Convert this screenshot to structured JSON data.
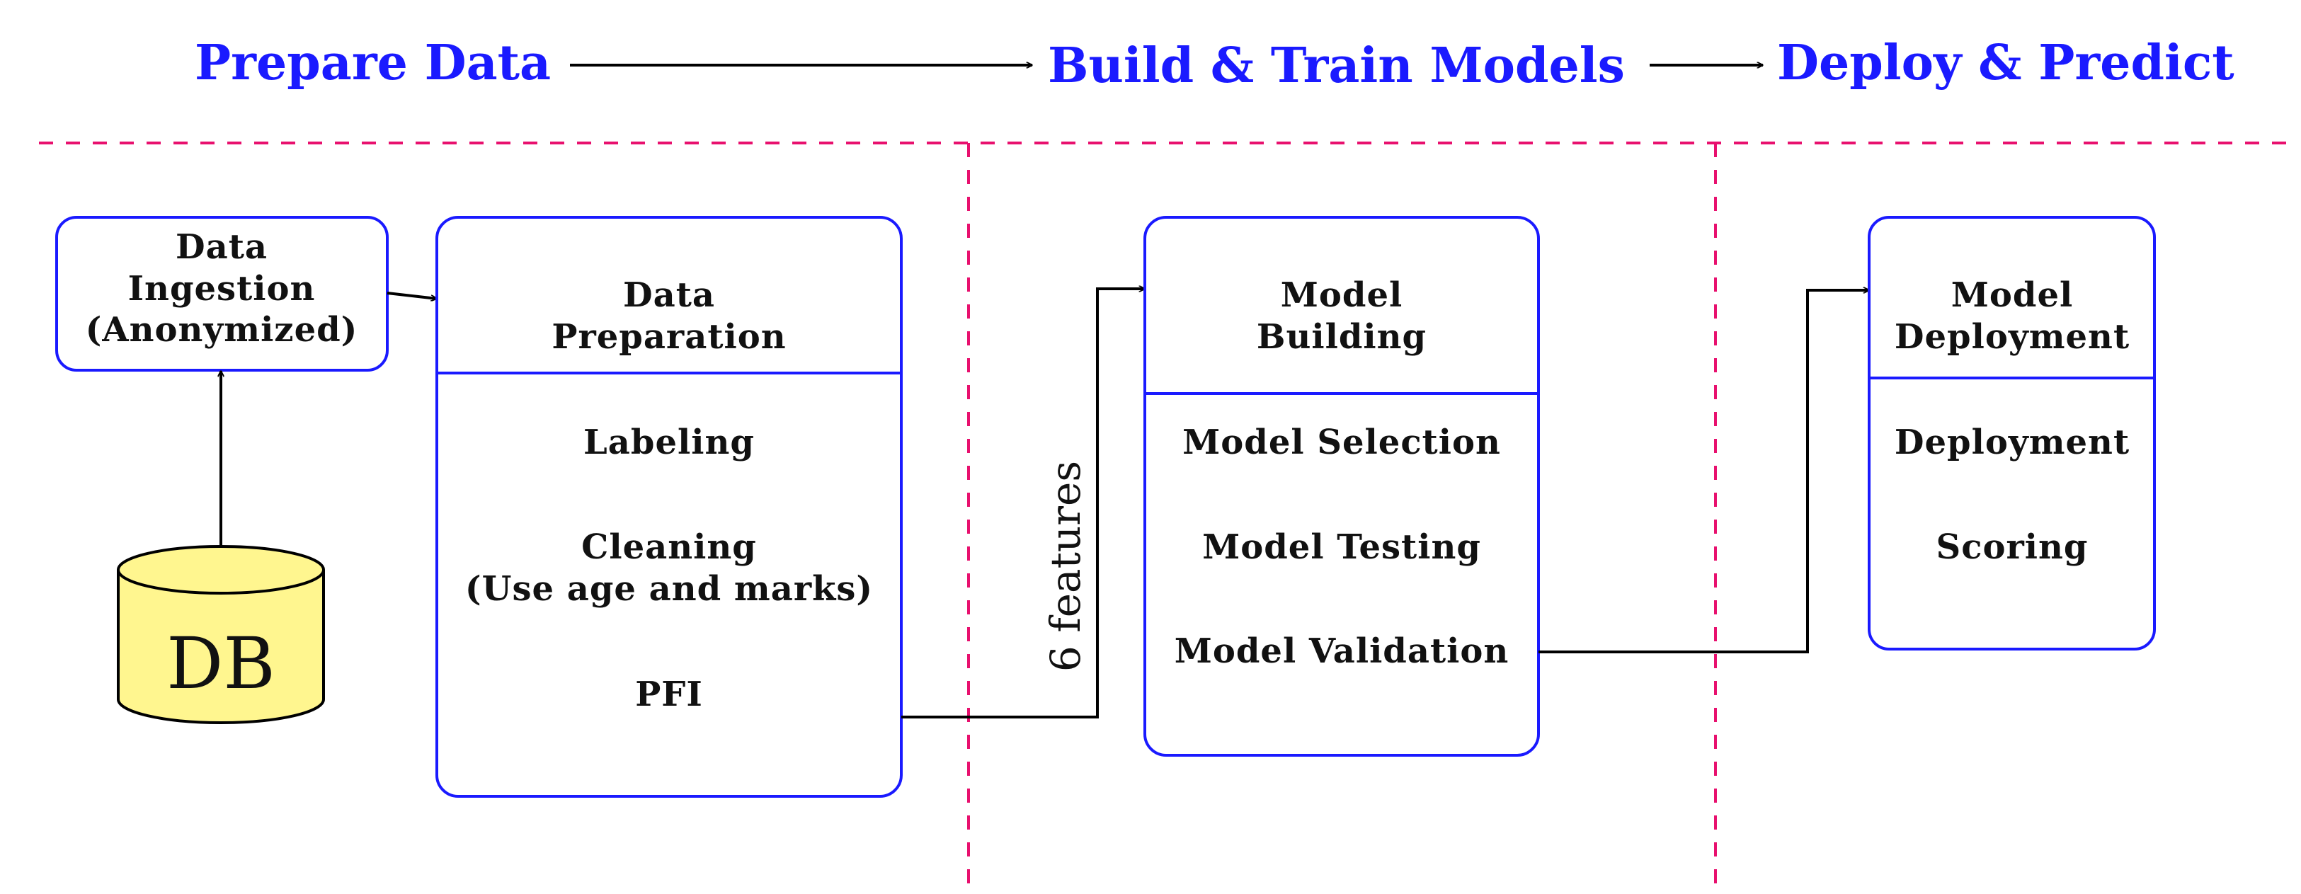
{
  "stages": {
    "prepare": "Prepare Data",
    "build": "Build & Train Models",
    "deploy": "Deploy & Predict"
  },
  "ingestion": {
    "lines": [
      "Data",
      "Ingestion",
      "(Anonymized)"
    ]
  },
  "database": {
    "label": "DB"
  },
  "preparation": {
    "title": [
      "Data",
      "Preparation"
    ],
    "items": [
      [
        "Labeling"
      ],
      [
        "Cleaning",
        "(Use age and marks)"
      ],
      [
        "PFI"
      ]
    ]
  },
  "features_label": "6 features",
  "modeling": {
    "title": [
      "Model",
      "Building"
    ],
    "items": [
      [
        "Model Selection"
      ],
      [
        "Model Testing"
      ],
      [
        "Model Validation"
      ]
    ]
  },
  "deployment": {
    "title": [
      "Model",
      "Deployment"
    ],
    "items": [
      [
        "Deployment"
      ],
      [
        "Scoring"
      ]
    ]
  },
  "colors": {
    "stage_text": "#1a1aff",
    "box_border": "#1a1aff",
    "separator": "#e8106e",
    "db_fill": "#fff68f"
  }
}
